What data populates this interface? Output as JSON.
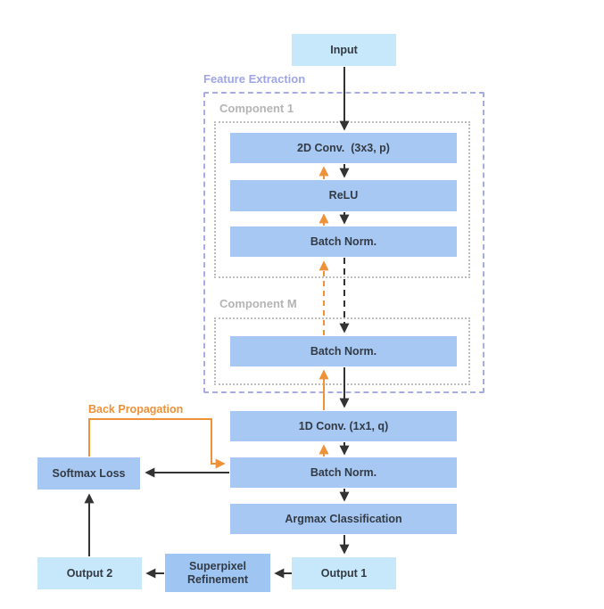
{
  "colors": {
    "background": "#ffffff",
    "box_light": "#c7e8fb",
    "box_medium": "#a6c8f2",
    "box_refine": "#9fc5f2",
    "box_text": "#333a44",
    "feature_label": "#a0a6e4",
    "component_label": "#b4b4b4",
    "container_dash": "#a6ace4",
    "component_dash": "#bdbdbd",
    "orange": "#ee9138",
    "arrow_black": "#333333"
  },
  "nodes": {
    "input": "Input",
    "conv2d": "2D Conv.  (3x3, p)",
    "relu": "ReLU",
    "batch_norm_1": "Batch Norm.",
    "batch_norm_m": "Batch Norm.",
    "conv1d": "1D Conv. (1x1, q)",
    "batch_norm_2": "Batch Norm.",
    "argmax": "Argmax Classification",
    "output1": "Output 1",
    "superpixel_line1": "Superpixel",
    "superpixel_line2": "Refinement",
    "output2": "Output 2",
    "softmax": "Softmax Loss"
  },
  "labels": {
    "feature_extraction": "Feature Extraction",
    "component_1": "Component 1",
    "component_m": "Component M",
    "back_propagation": "Back Propagation"
  },
  "edges": [
    {
      "from": "input",
      "to": "conv2d",
      "color": "black",
      "style": "solid"
    },
    {
      "from": "conv2d",
      "to": "relu",
      "color": "black",
      "style": "solid"
    },
    {
      "from": "relu",
      "to": "batch_norm_1",
      "color": "black",
      "style": "solid"
    },
    {
      "from": "batch_norm_1",
      "to": "batch_norm_m",
      "color": "black",
      "style": "dashed"
    },
    {
      "from": "batch_norm_m",
      "to": "conv1d",
      "color": "black",
      "style": "solid"
    },
    {
      "from": "conv1d",
      "to": "batch_norm_2",
      "color": "black",
      "style": "solid"
    },
    {
      "from": "batch_norm_2",
      "to": "argmax",
      "color": "black",
      "style": "solid"
    },
    {
      "from": "argmax",
      "to": "output1",
      "color": "black",
      "style": "solid"
    },
    {
      "from": "output1",
      "to": "superpixel",
      "color": "black",
      "style": "solid"
    },
    {
      "from": "superpixel",
      "to": "output2",
      "color": "black",
      "style": "solid"
    },
    {
      "from": "output2",
      "to": "softmax",
      "color": "black",
      "style": "solid"
    },
    {
      "from": "batch_norm_2",
      "to": "softmax",
      "color": "black",
      "style": "solid"
    },
    {
      "from": "relu",
      "to": "conv2d",
      "color": "orange",
      "style": "solid"
    },
    {
      "from": "batch_norm_1",
      "to": "relu",
      "color": "orange",
      "style": "solid"
    },
    {
      "from": "batch_norm_m",
      "to": "batch_norm_1",
      "color": "orange",
      "style": "dashed"
    },
    {
      "from": "conv1d",
      "to": "batch_norm_m",
      "color": "orange",
      "style": "solid"
    },
    {
      "from": "batch_norm_2",
      "to": "conv1d",
      "color": "orange",
      "style": "solid"
    },
    {
      "from": "softmax",
      "to": "batch_norm_2",
      "color": "orange",
      "style": "solid",
      "label": "Back Propagation"
    }
  ]
}
